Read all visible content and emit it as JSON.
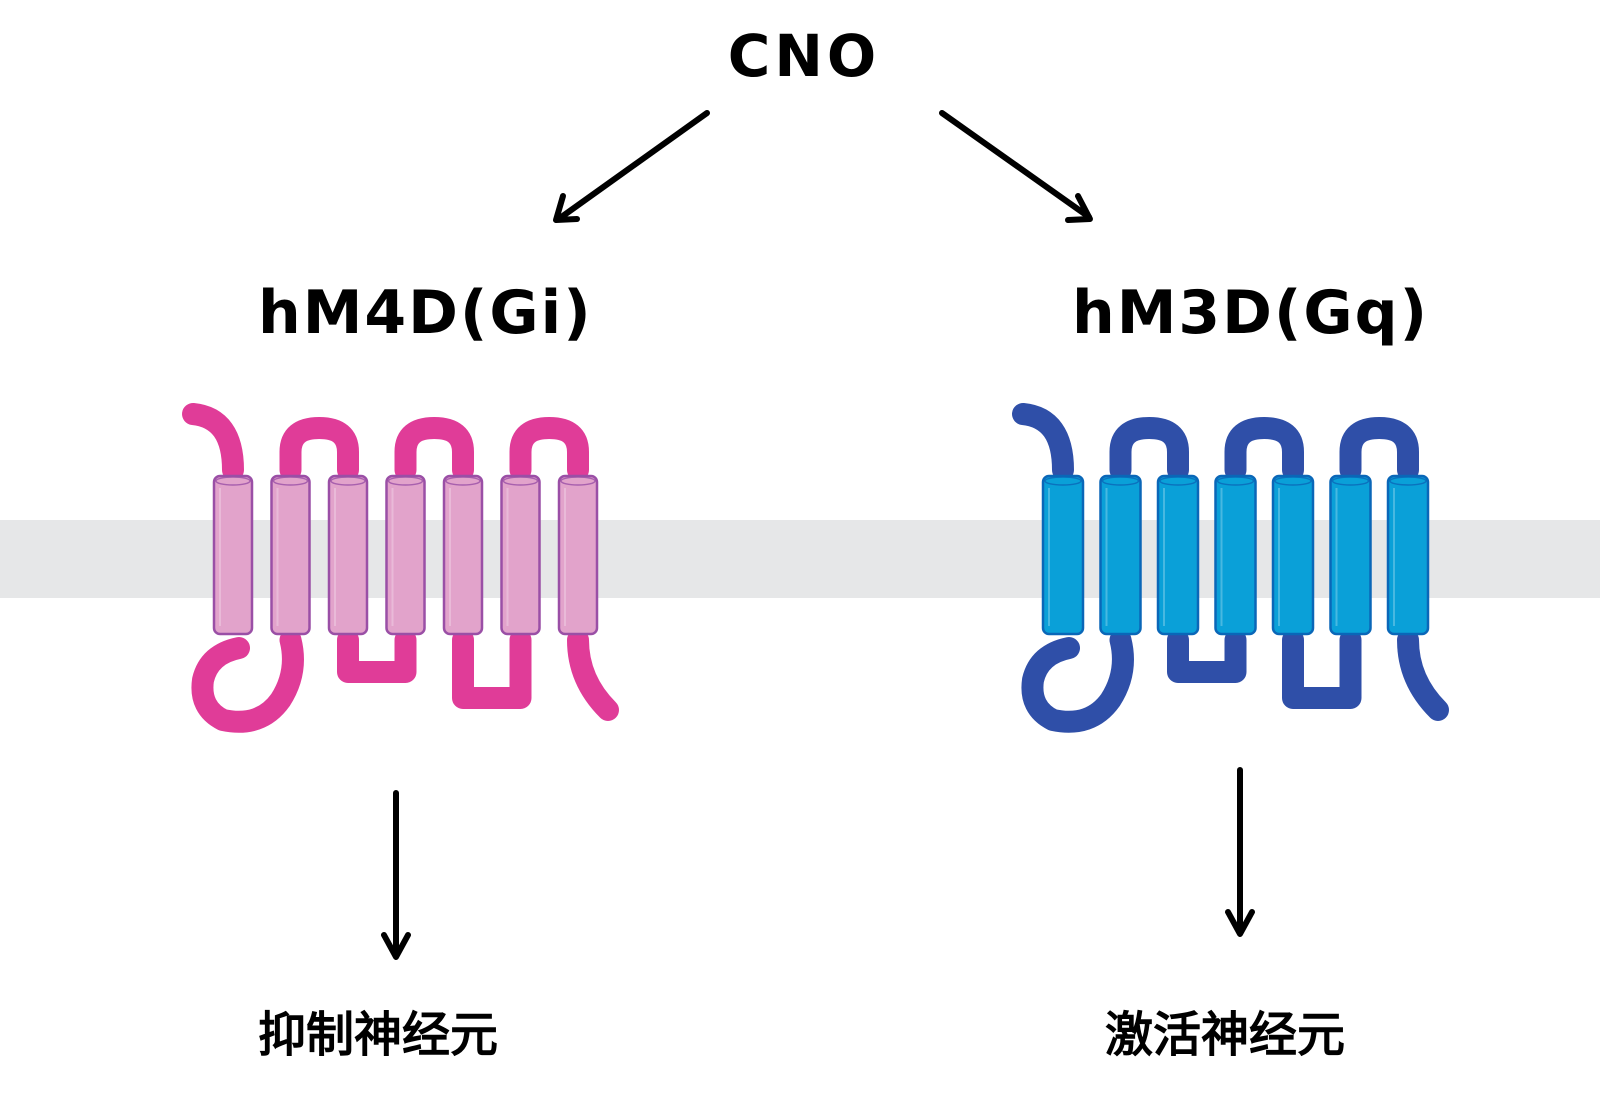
{
  "ligand": {
    "label": "CNO"
  },
  "receptors": [
    {
      "name": "hM4D(Gi)",
      "type": "inhibitory",
      "effect": "抑制神经元",
      "loop_color": "#e03c98",
      "helix_fill": "#e2a3cb",
      "helix_stroke": "#9a4fa6",
      "helix_count": 7
    },
    {
      "name": "hM3D(Gq)",
      "type": "excitatory",
      "effect": "激活神经元",
      "loop_color": "#2f4fa8",
      "helix_fill": "#0aa0d8",
      "helix_stroke": "#0a67b8",
      "helix_count": 7
    }
  ],
  "membrane": {
    "color": "#e6e7e8"
  },
  "arrow_color": "#000000"
}
